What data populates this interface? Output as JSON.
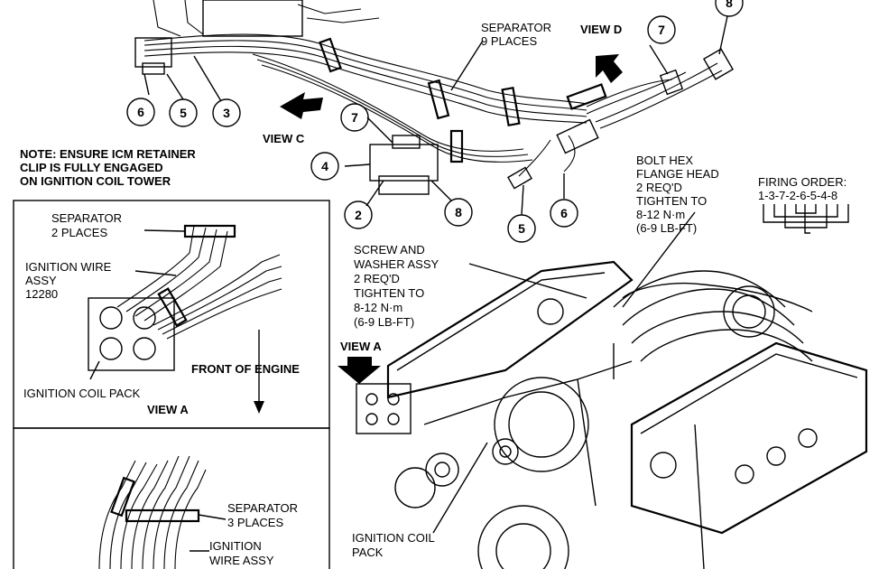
{
  "labels": {
    "separator9_l1": "SEPARATOR",
    "separator9_l2": "9 PLACES",
    "view_d": "VIEW D",
    "view_c": "VIEW C",
    "note_l1": "NOTE: ENSURE ICM RETAINER",
    "note_l2": "CLIP IS FULLY ENGAGED",
    "note_l3": "ON IGNITION COIL TOWER",
    "bolt_l1": "BOLT HEX",
    "bolt_l2": "FLANGE HEAD",
    "bolt_l3": "2 REQ'D",
    "bolt_l4": "TIGHTEN TO",
    "bolt_l5": "8-12 N·m",
    "bolt_l6": "(6-9 LB-FT)",
    "firing_title": "FIRING ORDER:",
    "firing_seq": "1-3-7-2-6-5-4-8",
    "screw_l1": "SCREW AND",
    "screw_l2": "WASHER ASSY",
    "screw_l3": "2 REQ'D",
    "screw_l4": "TIGHTEN TO",
    "screw_l5": "8-12 N·m",
    "screw_l6": "(6-9 LB-FT)",
    "view_a_main": "VIEW A",
    "coil_pack_l1": "IGNITION COIL",
    "coil_pack_l2": "PACK",
    "box_a_sep_l1": "SEPARATOR",
    "box_a_sep_l2": "2 PLACES",
    "box_a_wire_l1": "IGNITION WIRE",
    "box_a_wire_l2": "ASSY",
    "box_a_wire_l3": "12280",
    "front_of_engine": "FRONT OF ENGINE",
    "box_a_coil": "IGNITION COIL PACK",
    "box_a_view": "VIEW A",
    "box_b_sep_l1": "SEPARATOR",
    "box_b_sep_l2": "3 PLACES",
    "box_b_wire_l1": "IGNITION",
    "box_b_wire_l2": "WIRE ASSY"
  },
  "callouts": {
    "c6a": "6",
    "c5a": "5",
    "c3a": "3",
    "c7a": "7",
    "c4": "4",
    "c2": "2",
    "c8a": "8",
    "c7b": "7",
    "c8b": "8",
    "c5b": "5",
    "c6b": "6"
  }
}
